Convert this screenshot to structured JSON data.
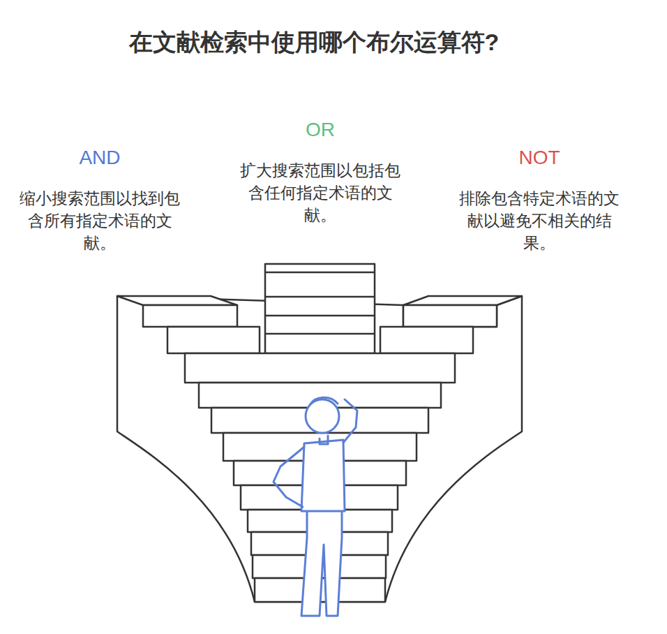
{
  "diagram": {
    "title": "在文献检索中使用哪个布尔运算符?",
    "labels": [
      "AND",
      "缩小搜索范围以找到包含所有指定术语的文献。",
      "OR",
      "扩大搜索范围以包括包含任何指定术语的文献。",
      "NOT",
      "排除包含特定术语的文献以避免不相关的结果。"
    ]
  }
}
